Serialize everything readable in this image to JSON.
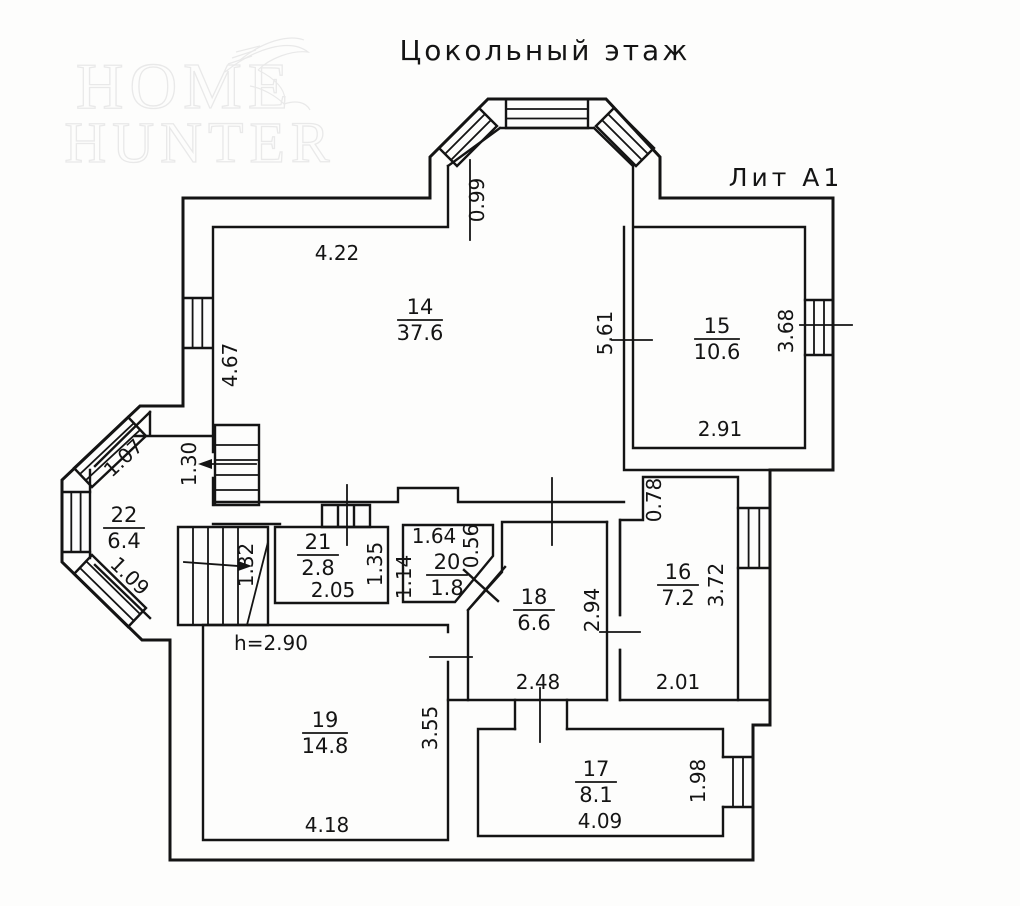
{
  "meta": {
    "title": "Цокольный этаж",
    "building_label": "Лит А1"
  },
  "watermark": {
    "line1": "HOME",
    "line2": "HUNTER"
  },
  "rooms": {
    "r14": {
      "number": "14",
      "area": "37.6"
    },
    "r15": {
      "number": "15",
      "area": "10.6"
    },
    "r16": {
      "number": "16",
      "area": "7.2"
    },
    "r17": {
      "number": "17",
      "area": "8.1"
    },
    "r18": {
      "number": "18",
      "area": "6.6"
    },
    "r19": {
      "number": "19",
      "area": "14.8"
    },
    "r20": {
      "number": "20",
      "area": "1.8"
    },
    "r21": {
      "number": "21",
      "area": "2.8"
    },
    "r22": {
      "number": "22",
      "area": "6.4"
    }
  },
  "dims": {
    "room14_top_width": "4.22",
    "bay_depth": "0.99",
    "room14_left_height": "4.67",
    "room15_left_height": "5.61",
    "room15_right_height": "3.68",
    "room15_bottom_width": "2.91",
    "bay22_upper_side": "1.07",
    "bay22_lower_side": "1.09",
    "stairs_upper_width": "1.30",
    "stairs_lower_width": "1.32",
    "room21_bottom_width": "2.05",
    "room21_right_height": "1.35",
    "room20_top_width": "1.64",
    "room20_left_height": "1.14",
    "room20_right_height": "0.56",
    "room18_bottom_width": "2.48",
    "room18_right_height": "2.94",
    "room16_notch_height": "0.78",
    "room16_right_height": "3.72",
    "room16_bottom_width": "2.01",
    "room19_ceiling_height": "h=2.90",
    "room19_bottom_width": "4.18",
    "room19_right_height": "3.55",
    "room17_bottom_width": "4.09",
    "room17_right_height": "1.98"
  }
}
